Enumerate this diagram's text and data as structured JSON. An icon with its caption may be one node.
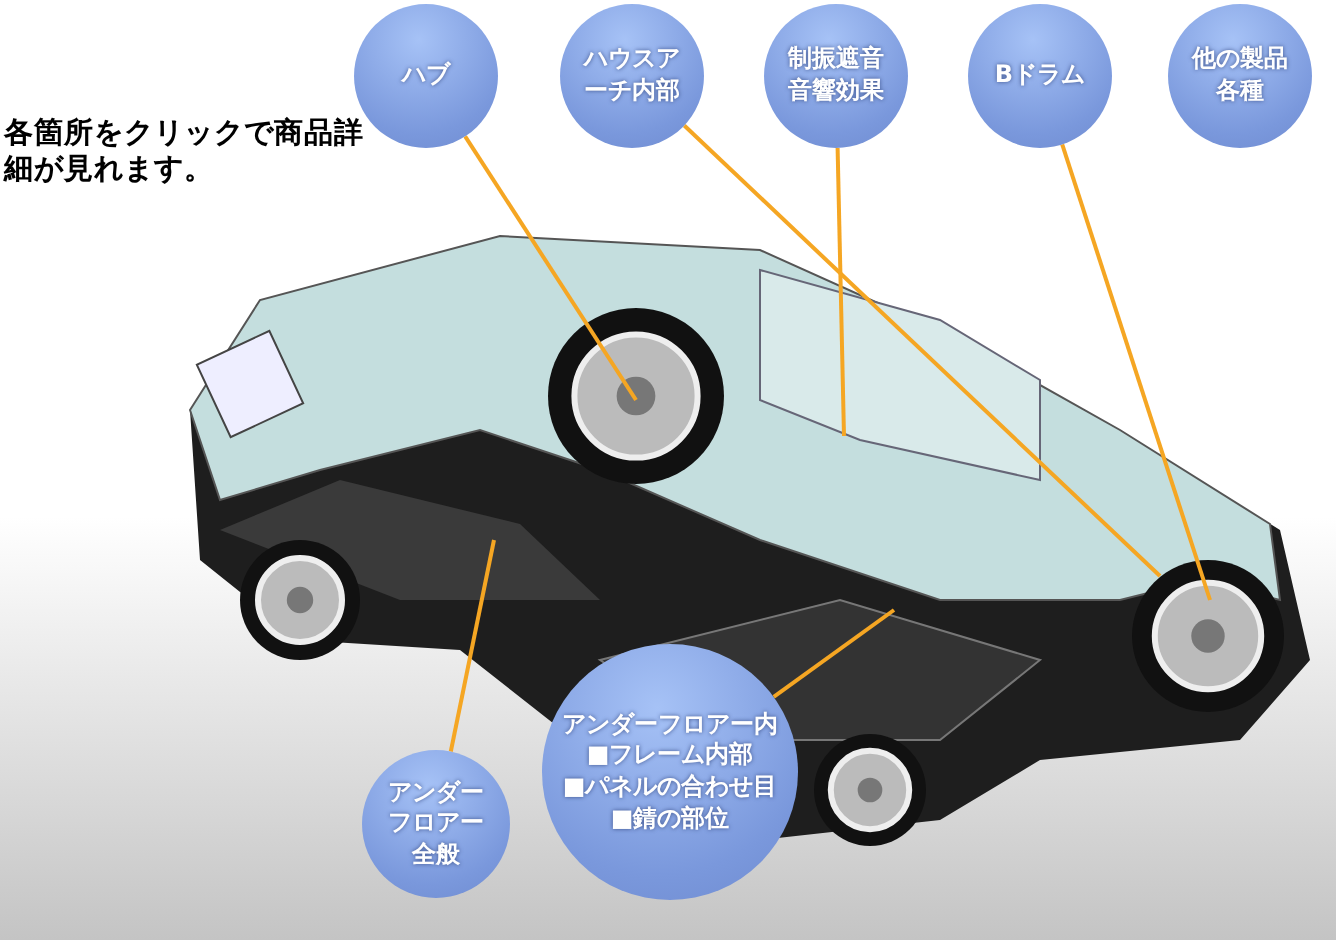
{
  "diagram": {
    "nodes": [
      {
        "text": [
          "ハブ"
        ]
      },
      {
        "text": [
          "ハウスアーチ内部"
        ]
      },
      {
        "text": [
          "制振遮音音響効果"
        ]
      },
      {
        "text": [
          "Bドラム"
        ]
      },
      {
        "text": [
          "他の製品各種"
        ]
      },
      {
        "text": [
          "アンダーフロアー全般"
        ]
      },
      {
        "text": [
          "アンダーフロアー内",
          "■フレーム内部",
          "■パネルの合わせ目",
          "■錆の部位"
        ]
      }
    ],
    "edges": [
      {
        "from": 0,
        "to": null,
        "arrow": "none"
      },
      {
        "from": 1,
        "to": null,
        "arrow": "none"
      },
      {
        "from": 2,
        "to": null,
        "arrow": "none"
      },
      {
        "from": 3,
        "to": null,
        "arrow": "none"
      },
      {
        "from": 5,
        "to": null,
        "arrow": "none"
      },
      {
        "from": 6,
        "to": null,
        "arrow": "none"
      }
    ],
    "labels": [
      "各箇所をクリックで商品詳細が見れます。"
    ]
  }
}
